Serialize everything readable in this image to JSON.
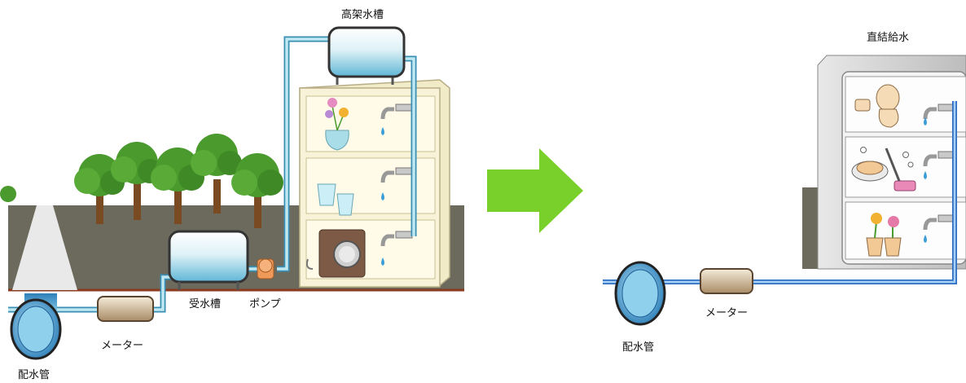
{
  "left_diagram": {
    "labels": {
      "elevated_tank": "高架水槽",
      "receiving_tank": "受水槽",
      "pump": "ポンプ",
      "meter": "メーター",
      "main_pipe": "配水管"
    }
  },
  "right_diagram": {
    "labels": {
      "title": "直結給水",
      "meter": "メーター",
      "main_pipe": "配水管"
    }
  },
  "colors": {
    "ground": "#6b6a5d",
    "ground_line": "#8a3b20",
    "water_pipe": "#9fd8e8",
    "direct_pipe": "#4d86d6",
    "arrow": "#7ad02a",
    "tree": "#4a9a2e",
    "building_cream": "#f5f0d2",
    "building_gray": "#d9d9d9"
  },
  "icons": [
    "tree-icon",
    "faucet-icon",
    "flower-vase-icon",
    "cups-icon",
    "washing-machine-icon",
    "toilet-icon",
    "dishes-icon",
    "flower-pots-icon",
    "arrow-right-icon"
  ]
}
